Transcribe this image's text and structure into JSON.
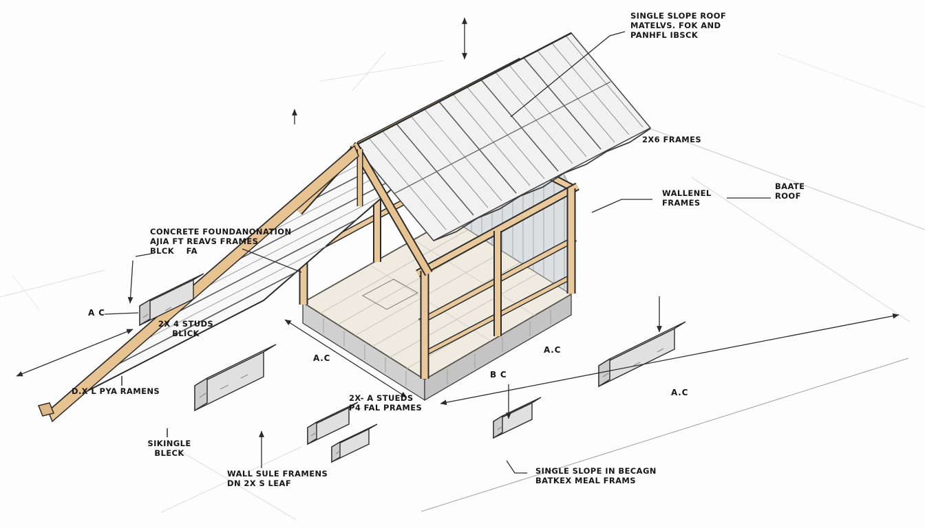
{
  "diagram": {
    "type": "isometric-construction-diagram",
    "subject": "single slope roof shed framing exploded view"
  },
  "labels": {
    "roof_top": {
      "text": "SINGLE SLOPE ROOF\nMATELVS. FOK AND\nPANHFL IBSCK"
    },
    "frames_2x6": {
      "text": "2X6 FRAMES"
    },
    "wall_panel": {
      "text": "WALLENEL\nFRAMES"
    },
    "bate_roof": {
      "text": "BAATE\nROOF"
    },
    "foundation": {
      "text": "CONCRETE FOUNDANONATION\nAJIA FT REAVS FRAMES\nBLCK    FA"
    },
    "ac_left": {
      "text": "A C"
    },
    "studs_block": {
      "text": "2X 4 STUDS\nBLICK"
    },
    "pya_ramens": {
      "text": "D.X L PYA RAMENS"
    },
    "shingle_block": {
      "text": "SIKINGLE\nBLECK"
    },
    "wall_side": {
      "text": "WALL SULE FRAMENS\nDN 2X S LEAF"
    },
    "ac_floor": {
      "text": "A.C"
    },
    "studs_front": {
      "text": "2X- A STUEDS\nP4 FAL PRAMES"
    },
    "ac_mid": {
      "text": "A.C"
    },
    "bc": {
      "text": "B C"
    },
    "ac_right": {
      "text": "A.C"
    },
    "slope_bottom": {
      "text": "SINGLE SLOPE IN BECAGN\nBATKEX MEAL FRAMS"
    }
  },
  "colors": {
    "wood": "#e9c89b",
    "wood_light": "#f0d8b2",
    "roof_metal": "#f4f4f4",
    "siding": "#dde0e2",
    "concrete": "#cfcfcf",
    "ink": "#2b2b2b"
  }
}
